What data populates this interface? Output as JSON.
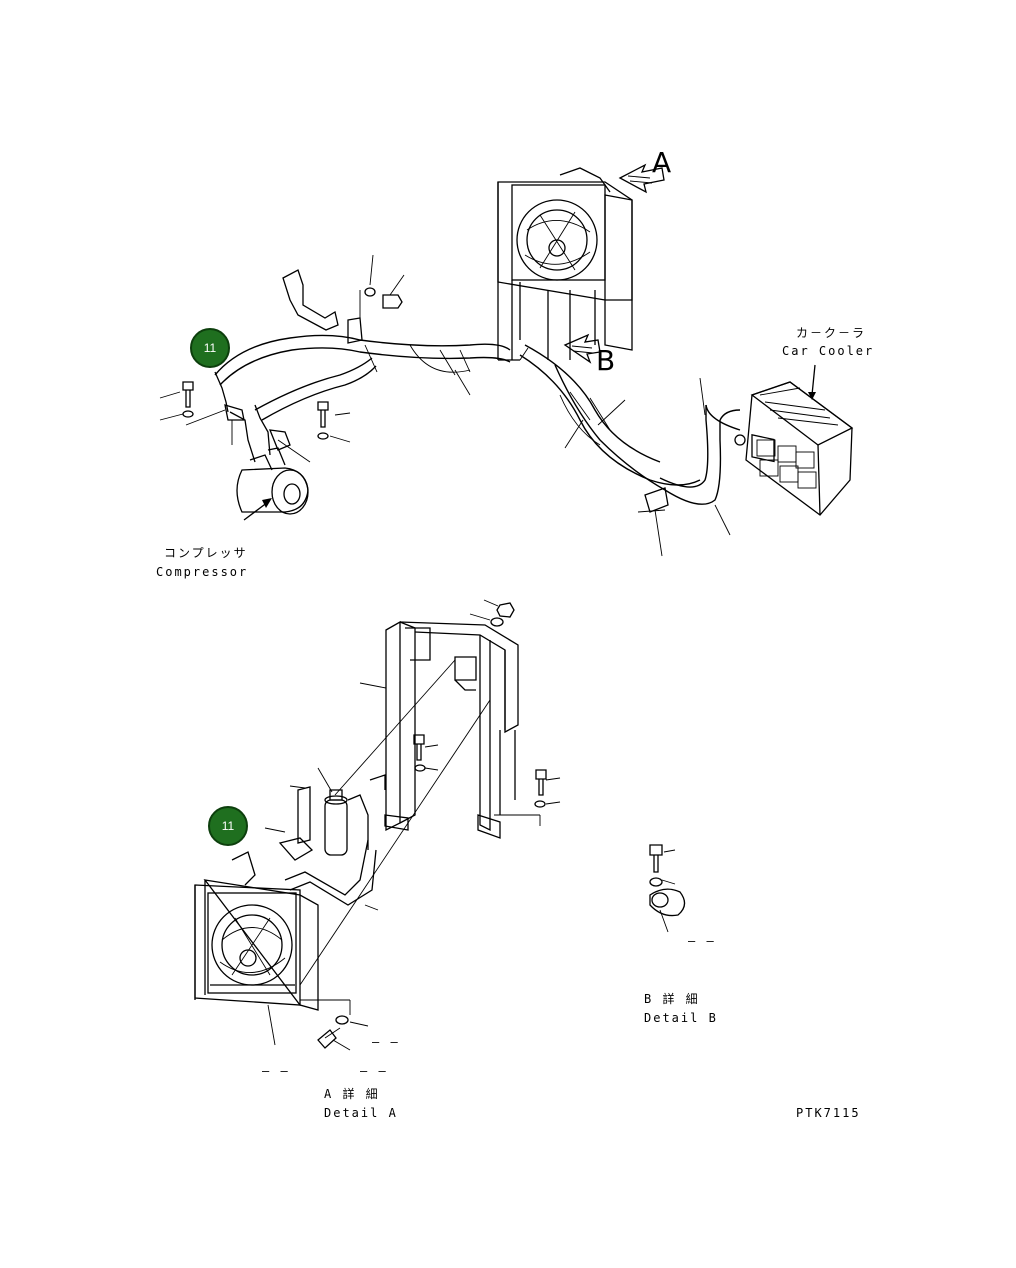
{
  "labels": {
    "arrow_a": "A",
    "arrow_b": "B",
    "car_cooler_jp": "カ－ク－ラ",
    "car_cooler_en": "Car Cooler",
    "compressor_jp": "コンプレッサ",
    "compressor_en": "Compressor",
    "detail_a_jp": "A 詳 細",
    "detail_a_en": "Detail A",
    "detail_b_jp": "B 詳 細",
    "detail_b_en": "Detail B",
    "drawing_code": "PTK7115",
    "dash_1": "– –",
    "dash_2": "– –",
    "dash_3": "– –",
    "dash_4": "– –"
  },
  "badges": [
    {
      "number": "11",
      "color": "#1f6f1f"
    },
    {
      "number": "11",
      "color": "#1f6f1f"
    }
  ]
}
